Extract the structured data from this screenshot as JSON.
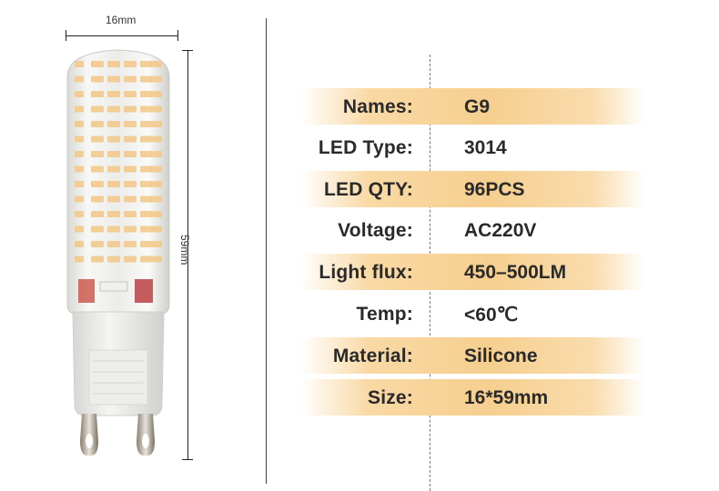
{
  "dimensions": {
    "width": "16mm",
    "height": "59mm"
  },
  "specs": [
    {
      "label": "Names:",
      "value": "G9"
    },
    {
      "label": "LED Type:",
      "value": "3014"
    },
    {
      "label": "LED QTY:",
      "value": "96PCS"
    },
    {
      "label": "Voltage:",
      "value": "AC220V"
    },
    {
      "label": "Light flux:",
      "value": "450–500LM"
    },
    {
      "label": "Temp:",
      "value": "<60℃"
    },
    {
      "label": "Material:",
      "value": "Silicone"
    },
    {
      "label": "Size:",
      "value": "16*59mm"
    }
  ],
  "colors": {
    "row_shade": "#f6cf8f",
    "led_chip": "#f2c98c",
    "body": "#f4f4f2"
  }
}
